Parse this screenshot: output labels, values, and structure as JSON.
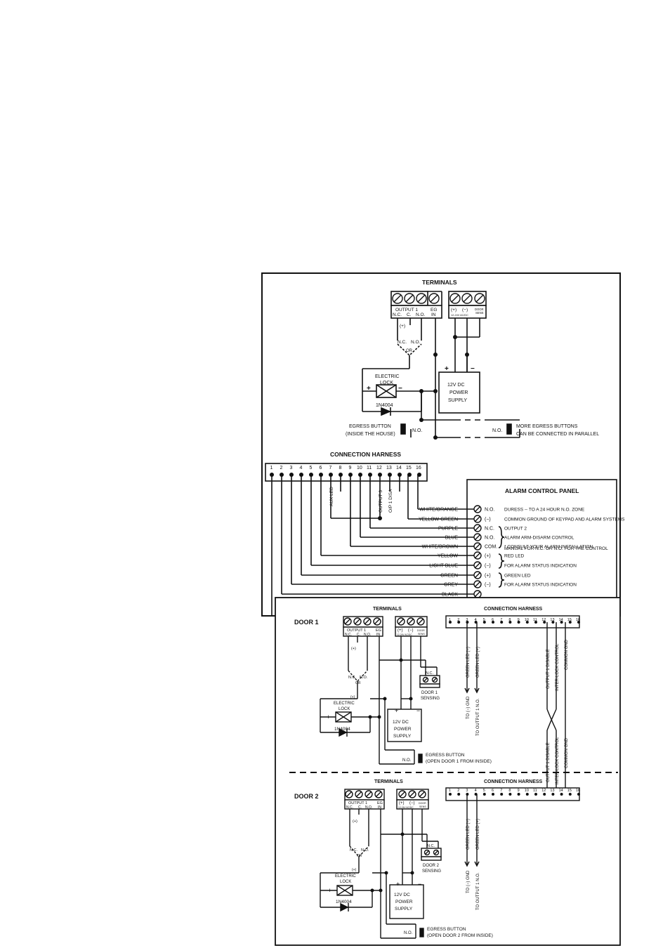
{
  "top": {
    "terminals_title": "TERMINALS",
    "output1": "OUTPUT  1",
    "nc": "N.C.",
    "c": "C.",
    "no": "N.O.",
    "eg": "EG",
    "in": "IN",
    "plus_sym": "(+)",
    "minus_sym": "(−)",
    "acdc": "12-24V AC/DC",
    "door": "DOOR",
    "sens": "SENS",
    "plus_note": "(+)",
    "nc_opt": "N.C.",
    "no_opt": "N.O.",
    "or": "OR",
    "electric": "ELECTRIC",
    "lock": "LOCK",
    "diode": "1N4004",
    "psu": [
      "12V DC",
      "POWER",
      "SUPPLY"
    ],
    "egress_button": "EGRESS BUTTON",
    "inside_house": "(INSIDE THE HOUSE)",
    "no_label": "N.O.",
    "more_egress": "MORE EGRESS BUTTONS",
    "parallel": "CAN BE CONNECTED IN PARALLEL",
    "harness_title": "CONNECTION HARNESS",
    "pins": [
      "1",
      "2",
      "3",
      "4",
      "5",
      "6",
      "7",
      "8",
      "9",
      "10",
      "11",
      "12",
      "13",
      "14",
      "15",
      "16"
    ],
    "aux_led": "AUX LED",
    "output3": "OUTPUT  3",
    "op1_disa": "O/P 1 DISA",
    "acp_title": "ALARM CONTROL PANEL",
    "wires": [
      {
        "color": "WHITE/ORANGE",
        "sym": "N.O.",
        "desc": "DURESS -- TO A 24 HOUR N.O. ZONE"
      },
      {
        "color": "YELLOW GREEN",
        "sym": "(−)",
        "desc": "COMMON GROUND OF KEYPAD AND ALARM SYSTEMS"
      },
      {
        "color": "PURPLE",
        "sym": "N.C.",
        "desc": "OUTPUT 2"
      },
      {
        "color": "BLUE",
        "sym": "N.O.",
        "desc": "ALARM ARM-DISARM CONTROL"
      },
      {
        "color": "WHITE/BROWN",
        "sym": "COM.",
        "desc": "* CONSULT YOUR ALARM INSTALLATION"
      },
      {
        "color": "YELLOW",
        "sym": "(+)",
        "desc": "RED LED"
      },
      {
        "color": "LIGHT BLUE",
        "sym": "(−)",
        "desc": "FOR ALARM STATUS INDICATION"
      },
      {
        "color": "GREEN",
        "sym": "(+)",
        "desc": "GREEN LED"
      },
      {
        "color": "GREY",
        "sym": "(−)",
        "desc": "FOR ALARM STATUS INDICATION"
      },
      {
        "color": "BLACK",
        "sym": "",
        "desc": ""
      }
    ],
    "manual_note": "MANUAL FOR N.C. OR N.O. FOR THE CONTROL"
  },
  "bottom": {
    "door1": "DOOR 1",
    "door2": "DOOR 2",
    "terminals_title": "TERMINALS",
    "harness_title": "CONNECTION HARNESS",
    "door1_sensing": [
      "DOOR 1",
      "SENSING"
    ],
    "door2_sensing": [
      "DOOR 2",
      "SENSING"
    ],
    "egress_button": "EGRESS BUTTON",
    "open_door1": "(OPEN DOOR 1 FROM INSIDE)",
    "open_door2": "(OPEN DOOR 2 FROM INSIDE)",
    "green_led_minus": "GREEN LED (−)",
    "green_led_plus": "GREEN LED (+)",
    "to_gnd": "TO (−) GND",
    "to_output1": "TO OUTPUT 1 N.O.",
    "output1_disable": "OUTPUT 1 DISABLE",
    "interlock": "INTER-LOCK CONTROL",
    "common_gnd": "COMMON GND"
  }
}
